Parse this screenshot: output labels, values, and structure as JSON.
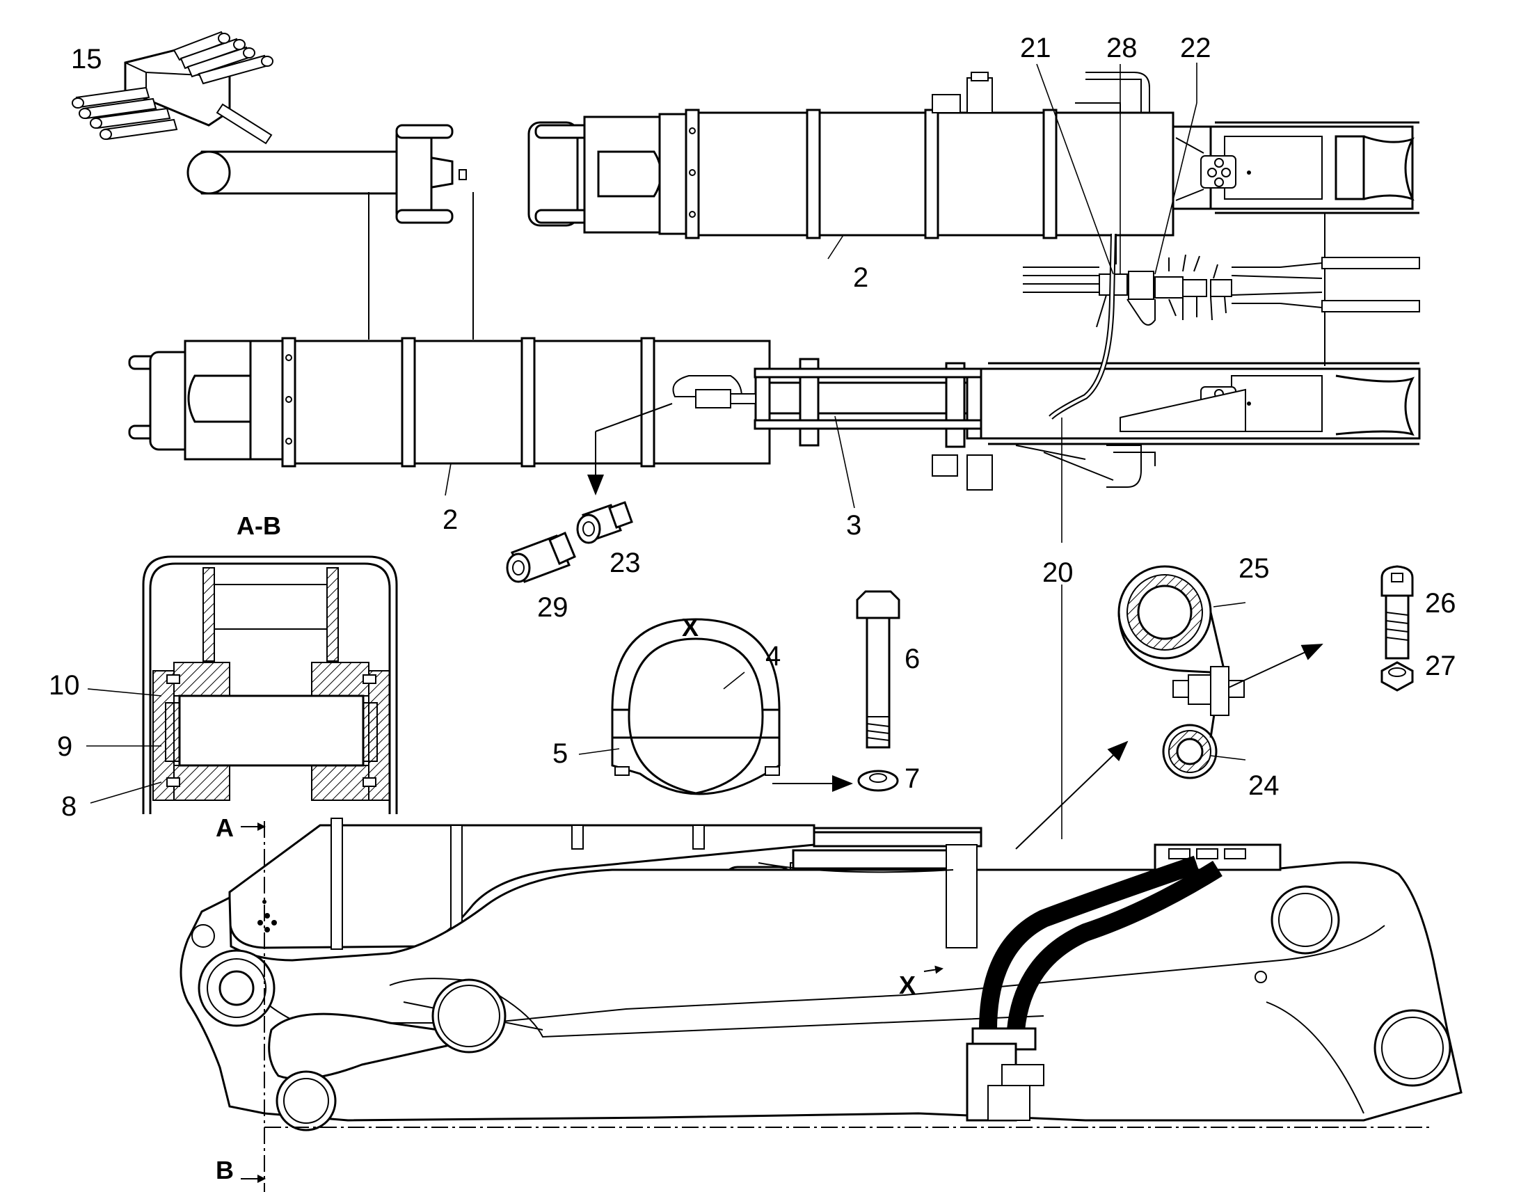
{
  "diagram": {
    "callouts": [
      {
        "id": "c15",
        "text": "15"
      },
      {
        "id": "c21",
        "text": "21"
      },
      {
        "id": "c28",
        "text": "28"
      },
      {
        "id": "c22",
        "text": "22"
      },
      {
        "id": "c2a",
        "text": "2"
      },
      {
        "id": "c2b",
        "text": "2"
      },
      {
        "id": "c3",
        "text": "3"
      },
      {
        "id": "c23",
        "text": "23"
      },
      {
        "id": "c29",
        "text": "29"
      },
      {
        "id": "c20",
        "text": "20"
      },
      {
        "id": "c25",
        "text": "25"
      },
      {
        "id": "c26",
        "text": "26"
      },
      {
        "id": "c27",
        "text": "27"
      },
      {
        "id": "c4",
        "text": "4"
      },
      {
        "id": "c5",
        "text": "5"
      },
      {
        "id": "c6",
        "text": "6"
      },
      {
        "id": "c7",
        "text": "7"
      },
      {
        "id": "c24",
        "text": "24"
      },
      {
        "id": "c10",
        "text": "10"
      },
      {
        "id": "c9",
        "text": "9"
      },
      {
        "id": "c8",
        "text": "8"
      }
    ],
    "section_labels": {
      "section_ab": "A-B",
      "view_x": "X",
      "view_x_marker": "X",
      "cut_a": "A",
      "cut_b": "B"
    }
  }
}
